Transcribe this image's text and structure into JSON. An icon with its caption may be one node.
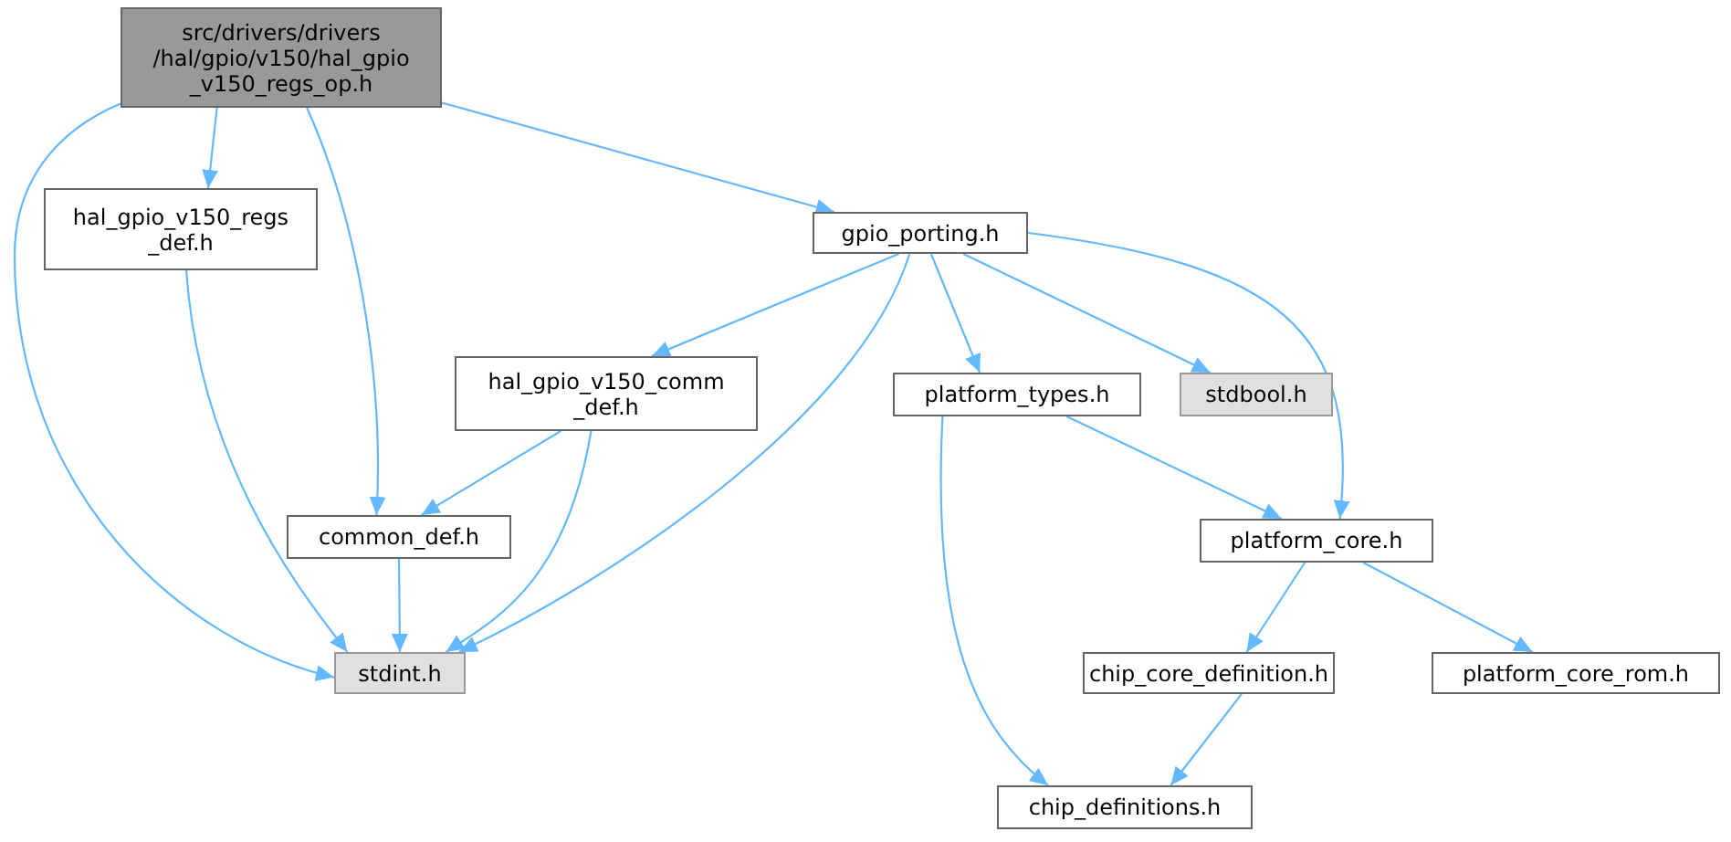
{
  "diagram": {
    "nodes": [
      {
        "text": [
          "src/drivers/drivers /hal/gpio/v150/hal_gpio _v150_regs_op.h"
        ]
      },
      {
        "text": [
          "hal_gpio_v150_regs _def.h"
        ]
      },
      {
        "text": [
          "gpio_porting.h"
        ]
      },
      {
        "text": [
          "hal_gpio_v150_comm _def.h"
        ]
      },
      {
        "text": [
          "common_def.h"
        ]
      },
      {
        "text": [
          "stdint.h"
        ]
      },
      {
        "text": [
          "platform_types.h"
        ]
      },
      {
        "text": [
          "stdbool.h"
        ]
      },
      {
        "text": [
          "platform_core.h"
        ]
      },
      {
        "text": [
          "chip_core_definition.h"
        ]
      },
      {
        "text": [
          "platform_core_rom.h"
        ]
      },
      {
        "text": [
          "chip_definitions.h"
        ]
      }
    ],
    "edges": [
      {
        "from": 0,
        "to": 5,
        "arrow": "to"
      },
      {
        "from": 0,
        "to": 1,
        "arrow": "to"
      },
      {
        "from": 0,
        "to": 4,
        "arrow": "to"
      },
      {
        "from": 0,
        "to": 2,
        "arrow": "to"
      },
      {
        "from": 1,
        "to": 5,
        "arrow": "to"
      },
      {
        "from": 2,
        "to": 3,
        "arrow": "to"
      },
      {
        "from": 2,
        "to": 5,
        "arrow": "to"
      },
      {
        "from": 2,
        "to": 6,
        "arrow": "to"
      },
      {
        "from": 2,
        "to": 7,
        "arrow": "to"
      },
      {
        "from": 2,
        "to": 8,
        "arrow": "to"
      },
      {
        "from": 3,
        "to": 4,
        "arrow": "to"
      },
      {
        "from": 3,
        "to": 5,
        "arrow": "to"
      },
      {
        "from": 4,
        "to": 5,
        "arrow": "to"
      },
      {
        "from": 6,
        "to": 8,
        "arrow": "to"
      },
      {
        "from": 6,
        "to": 11,
        "arrow": "to"
      },
      {
        "from": 8,
        "to": 9,
        "arrow": "to"
      },
      {
        "from": 8,
        "to": 10,
        "arrow": "to"
      },
      {
        "from": 9,
        "to": 11,
        "arrow": "to"
      }
    ]
  }
}
